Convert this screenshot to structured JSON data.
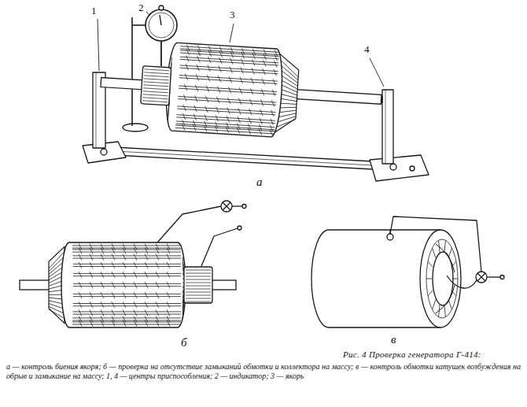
{
  "diagram": {
    "title": "Рис. 4 Проверка генератора Г-414:",
    "caption": "а — контроль биения якоря; б — проверка на отсутствие замыканий обмотки и коллектора на массу; в — контроль обмотки катушек возбуждения на обрыв и замыкание на массу; 1, 4 — центры приспособления; 2 — индикатор; 3 — якорь",
    "labels": [
      "1",
      "2",
      "3",
      "4",
      "а",
      "б",
      "в"
    ]
  }
}
